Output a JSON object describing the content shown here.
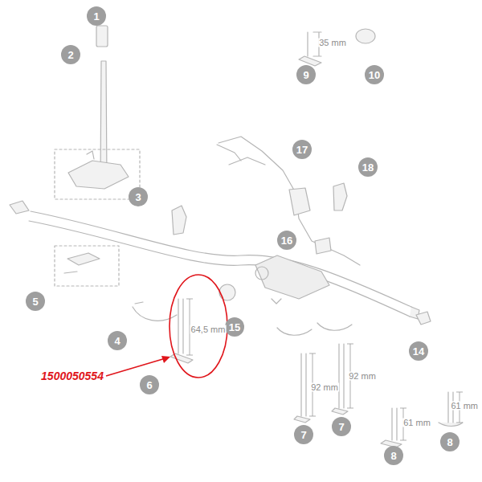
{
  "diagram": {
    "labels": [
      "1",
      "2",
      "35 mm",
      "9",
      "10",
      "17",
      "18",
      "3",
      "16",
      "5",
      "64,5 mm",
      "15",
      "4",
      "14",
      "1500050554",
      "6",
      "92 mm",
      "92 mm",
      "7",
      "7",
      "61 mm",
      "61 mm",
      "8",
      "8"
    ]
  }
}
